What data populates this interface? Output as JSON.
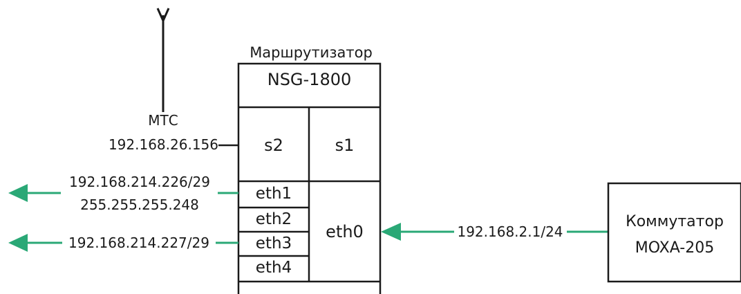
{
  "router": {
    "caption": "Маршрутизатор",
    "model": "NSG-1800",
    "ports": {
      "s2": "s2",
      "s1": "s1",
      "eth0": "eth0",
      "eth1": "eth1",
      "eth2": "eth2",
      "eth3": "eth3",
      "eth4": "eth4"
    }
  },
  "mts": {
    "name": "МТС",
    "ip": "192.168.26.156"
  },
  "eth1_link": {
    "ip": "192.168.214.226/29",
    "mask": "255.255.255.248"
  },
  "eth3_link": {
    "ip": "192.168.214.227/29"
  },
  "eth0_link": {
    "ip": "192.168.2.1/24"
  },
  "switch": {
    "line1": "Коммутатор",
    "line2": "MOXA-205"
  },
  "colors": {
    "line": "#1a1a1a",
    "arrow": "#2aa876",
    "background": "#ffffff"
  },
  "icons": {
    "antenna": "antenna-icon"
  }
}
